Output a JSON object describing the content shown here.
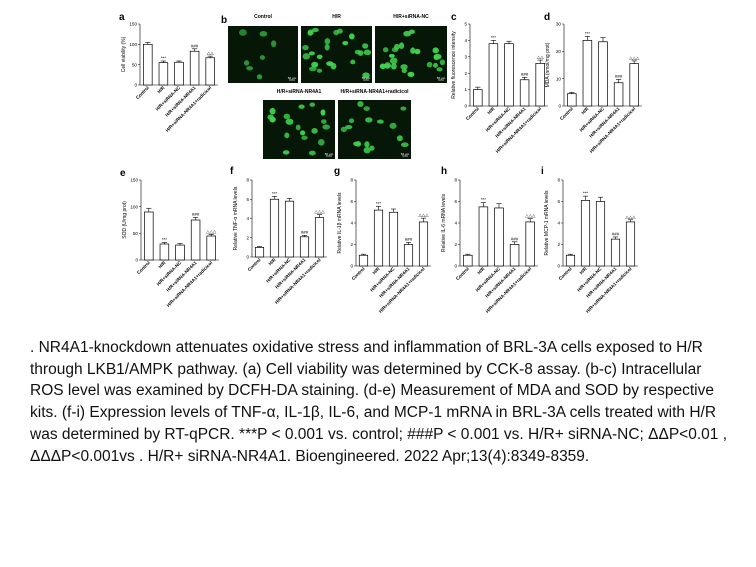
{
  "figure": {
    "panel_b": {
      "letter": "b",
      "images": [
        {
          "title": "Control",
          "scale": "50 μm",
          "cells": 7
        },
        {
          "title": "H/R",
          "scale": "50 μm",
          "cells": 24
        },
        {
          "title": "H/R+siRNA-NC",
          "scale": "50 μm",
          "cells": 24
        },
        {
          "title": "H/R+siRNA-NR4A1",
          "scale": "50 μm",
          "cells": 18
        },
        {
          "title": "H/R+siRNA-NR4A1+radicicol",
          "scale": "50 μm",
          "cells": 16
        }
      ]
    },
    "colors": {
      "bar_fill": "#ffffff",
      "stroke": "#000000",
      "fluor_bg": "#071707",
      "cell": "#3fd24f"
    }
  },
  "chart_data": [
    {
      "panel": "a",
      "type": "bar",
      "ylabel": "Cell viability (%)",
      "ylim": [
        0,
        150
      ],
      "ticks": [
        0,
        50,
        100,
        150
      ],
      "categories": [
        "Control",
        "H/R",
        "H/R+siRNA-NC",
        "H/R+siRNA-NR4A1",
        "H/R+siRNA-NR4A1+radicicol"
      ],
      "values": [
        100,
        55,
        56,
        83,
        67
      ],
      "errors": [
        5,
        4,
        3,
        6,
        4
      ],
      "annotations": [
        "",
        "***",
        "",
        "###",
        "△△"
      ]
    },
    {
      "panel": "c",
      "type": "bar",
      "ylabel": "Relative fluorescence intensity",
      "ylim": [
        0,
        5
      ],
      "ticks": [
        0,
        1,
        2,
        3,
        4,
        5
      ],
      "categories": [
        "Control",
        "H/R",
        "H/R+siRNA-NC",
        "H/R+siRNA-NR4A1",
        "H/R+siRNA-NR4A1+radicicol"
      ],
      "values": [
        1.0,
        3.8,
        3.8,
        1.6,
        2.6
      ],
      "errors": [
        0.15,
        0.2,
        0.15,
        0.15,
        0.2
      ],
      "annotations": [
        "",
        "***",
        "",
        "###",
        "△△"
      ]
    },
    {
      "panel": "d",
      "type": "bar",
      "ylabel": "MDA (nmol/mg prot)",
      "ylim": [
        0,
        30
      ],
      "ticks": [
        0,
        10,
        20,
        30
      ],
      "categories": [
        "Control",
        "H/R",
        "H/R+siRNA-NC",
        "H/R+siRNA-NR4A1",
        "H/R+siRNA-NR4A1+radicicol"
      ],
      "values": [
        4.5,
        24,
        23.5,
        8.5,
        15.5
      ],
      "errors": [
        0.5,
        1.5,
        1.5,
        1.2,
        1.0
      ],
      "annotations": [
        "",
        "***",
        "",
        "###",
        "△△△"
      ]
    },
    {
      "panel": "e",
      "type": "bar",
      "ylabel": "SOD (U/mg prot)",
      "ylim": [
        0,
        150
      ],
      "ticks": [
        0,
        50,
        100,
        150
      ],
      "categories": [
        "Control",
        "H/R",
        "H/R+siRNA-NC",
        "H/R+siRNA-NR4A1",
        "H/R+siRNA-NR4A1+radicicol"
      ],
      "values": [
        90,
        30,
        28,
        75,
        45
      ],
      "errors": [
        7,
        3,
        3,
        5,
        3
      ],
      "annotations": [
        "",
        "***",
        "",
        "###",
        "△△△"
      ]
    },
    {
      "panel": "f",
      "type": "bar",
      "ylabel": "Relative TNF-α mRNA levels",
      "ylim": [
        0,
        8
      ],
      "ticks": [
        0,
        2,
        4,
        6,
        8
      ],
      "categories": [
        "Control",
        "H/R",
        "H/R+siRNA-NC",
        "H/R+siRNA-NR4A1",
        "H/R+siRNA-NR4A1+radicicol"
      ],
      "values": [
        1.0,
        6.0,
        5.8,
        2.1,
        4.1
      ],
      "errors": [
        0.1,
        0.3,
        0.3,
        0.15,
        0.3
      ],
      "annotations": [
        "",
        "***",
        "",
        "###",
        "△△△"
      ]
    },
    {
      "panel": "g",
      "type": "bar",
      "ylabel": "Relative IL-1β mRNA levels",
      "ylim": [
        0,
        8
      ],
      "ticks": [
        0,
        2,
        4,
        6,
        8
      ],
      "categories": [
        "Control",
        "H/R",
        "H/R+siRNA-NC",
        "H/R+siRNA-NR4A1",
        "H/R+siRNA-NR4A1+radicicol"
      ],
      "values": [
        1.0,
        5.2,
        5.0,
        2.0,
        4.1
      ],
      "errors": [
        0.1,
        0.35,
        0.3,
        0.2,
        0.35
      ],
      "annotations": [
        "",
        "***",
        "",
        "###",
        "△△△"
      ]
    },
    {
      "panel": "h",
      "type": "bar",
      "ylabel": "Relative IL-6 mRNA levels",
      "ylim": [
        0,
        8
      ],
      "ticks": [
        0,
        2,
        4,
        6,
        8
      ],
      "categories": [
        "Control",
        "H/R",
        "H/R+siRNA-NC",
        "H/R+siRNA-NR4A1",
        "H/R+siRNA-NR4A1+radicicol"
      ],
      "values": [
        1.0,
        5.5,
        5.4,
        2.0,
        4.1
      ],
      "errors": [
        0.1,
        0.4,
        0.4,
        0.25,
        0.3
      ],
      "annotations": [
        "",
        "***",
        "",
        "###",
        "△△△"
      ]
    },
    {
      "panel": "i",
      "type": "bar",
      "ylabel": "Relative MCP-1 mRNA levels",
      "ylim": [
        0,
        8
      ],
      "ticks": [
        0,
        2,
        4,
        6,
        8
      ],
      "categories": [
        "Control",
        "H/R",
        "H/R+siRNA-NC",
        "H/R+siRNA-NR4A1",
        "H/R+siRNA-NR4A1+radicicol"
      ],
      "values": [
        1.0,
        6.1,
        6.0,
        2.5,
        4.1
      ],
      "errors": [
        0.1,
        0.4,
        0.4,
        0.2,
        0.2
      ],
      "annotations": [
        "",
        "***",
        "",
        "###",
        "△△△"
      ]
    }
  ],
  "caption": ". NR4A1-knockdown attenuates oxidative stress and inflammation of BRL-3A cells exposed to H/R through LKB1/AMPK pathway. (a) Cell viability was determined by CCK-8 assay. (b-c) Intracellular ROS level was examined by DCFH-DA staining. (d-e) Measurement of MDA and SOD by respective kits. (f-i) Expression levels of TNF-α, IL-1β, IL-6, and MCP-1 mRNA in BRL-3A cells treated with H/R was determined by RT-qPCR. ***P < 0.001 vs. control; ###P < 0.001 vs. H/R+ siRNA-NC; ΔΔP<0.01 , ΔΔΔP<0.001vs . H/R+ siRNA-NR4A1. Bioengineered. 2022 Apr;13(4):8349-8359."
}
